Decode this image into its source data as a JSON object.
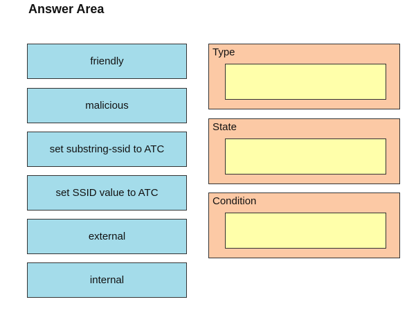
{
  "title": "Answer Area",
  "options": [
    {
      "label": "friendly"
    },
    {
      "label": "malicious"
    },
    {
      "label": "set substring-ssid to ATC"
    },
    {
      "label": "set SSID value to ATC"
    },
    {
      "label": "external"
    },
    {
      "label": "internal"
    }
  ],
  "targets": [
    {
      "label": "Type"
    },
    {
      "label": "State"
    },
    {
      "label": "Condition"
    }
  ],
  "colors": {
    "option_fill": "#a4dcea",
    "target_fill": "#fcc9a5",
    "slot_fill": "#ffffaa",
    "border": "#333333"
  }
}
